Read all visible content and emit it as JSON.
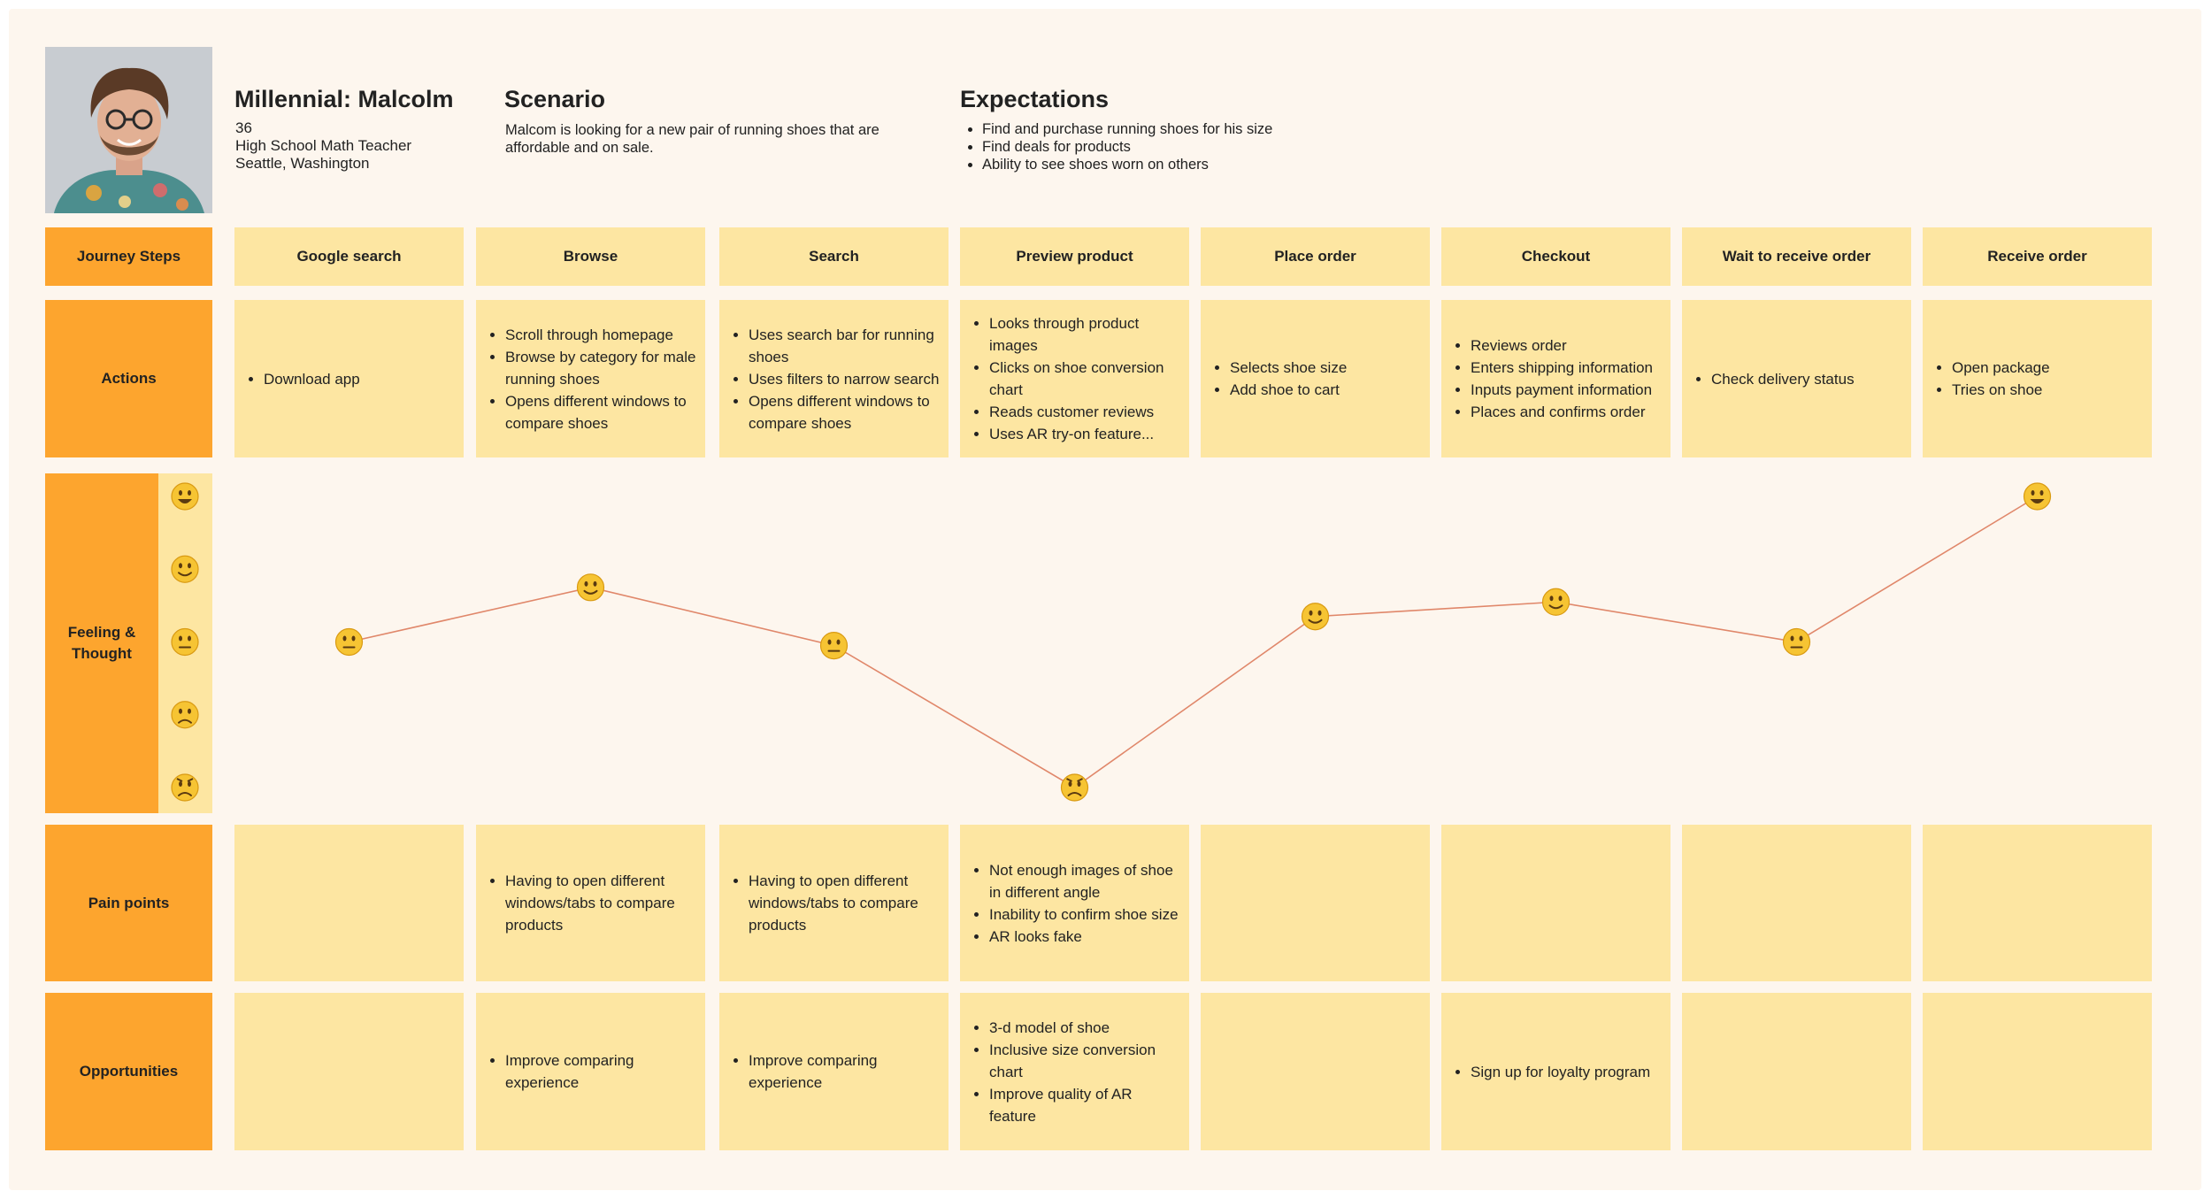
{
  "persona": {
    "name": "Millennial: Malcolm",
    "age": "36",
    "job": "High School Math Teacher",
    "location": "Seattle, Washington"
  },
  "scenario": {
    "title": "Scenario",
    "text_line1": "Malcom is looking for a new pair of running shoes that are",
    "text_line2": "affordable and on sale."
  },
  "expectations": {
    "title": "Expectations",
    "items": [
      "Find and purchase running shoes for his size",
      "Find deals for products",
      "Ability to see shoes worn on others"
    ]
  },
  "row_labels": {
    "journey_steps": "Journey Steps",
    "actions": "Actions",
    "feeling_line1": "Feeling &",
    "feeling_line2": "Thought",
    "pain_points": "Pain points",
    "opportunities": "Opportunities"
  },
  "steps": [
    "Google search",
    "Browse",
    "Search",
    "Preview product",
    "Place order",
    "Checkout",
    "Wait to receive order",
    "Receive order"
  ],
  "actions": [
    [
      "Download app"
    ],
    [
      "Scroll through homepage",
      "Browse by category for male running shoes",
      "Opens different windows to compare shoes"
    ],
    [
      "Uses search bar for running shoes",
      "Uses filters to narrow search",
      "Opens different windows to compare shoes"
    ],
    [
      "Looks through product images",
      "Clicks on shoe conversion chart",
      "Reads customer reviews",
      "Uses AR try-on feature..."
    ],
    [
      "Selects shoe size",
      "Add shoe to cart"
    ],
    [
      "Reviews order",
      "Enters shipping information",
      "Inputs payment information",
      "Places and confirms order"
    ],
    [
      "Check delivery status"
    ],
    [
      "Open package",
      "Tries on shoe"
    ]
  ],
  "pain_points": [
    [],
    [
      "Having to open different windows/tabs to compare products"
    ],
    [
      "Having to open different windows/tabs to compare products"
    ],
    [
      "Not enough images of shoe in different angle",
      "Inability to confirm shoe size",
      "AR looks fake"
    ],
    [],
    [],
    [],
    []
  ],
  "opportunities": [
    [],
    [
      "Improve comparing experience"
    ],
    [
      "Improve comparing experience"
    ],
    [
      "3-d model of shoe",
      "Inclusive size conversion chart",
      "Improve quality of AR feature"
    ],
    [],
    [
      "Sign up for loyalty program"
    ],
    [],
    []
  ],
  "chart_data": {
    "type": "line",
    "categories": [
      "Google search",
      "Browse",
      "Search",
      "Preview product",
      "Place order",
      "Checkout",
      "Wait to receive order",
      "Receive order"
    ],
    "scale": [
      "very-happy",
      "happy",
      "neutral",
      "sad",
      "angry"
    ],
    "ylim": [
      1,
      5
    ],
    "values": [
      3.0,
      3.75,
      2.95,
      1.0,
      3.35,
      3.55,
      3.0,
      5.0
    ],
    "emotion_icons": [
      "neutral-face-icon",
      "happy-face-icon",
      "neutral-face-icon",
      "angry-face-icon",
      "happy-face-icon",
      "happy-face-icon",
      "neutral-face-icon",
      "grinning-face-icon"
    ],
    "line_color": "#e0876a",
    "face_color": "#f6c433"
  },
  "colors": {
    "label_bg": "#fda52e",
    "cell_bg": "#fde6a2",
    "board_bg": "#fdf6ee"
  }
}
